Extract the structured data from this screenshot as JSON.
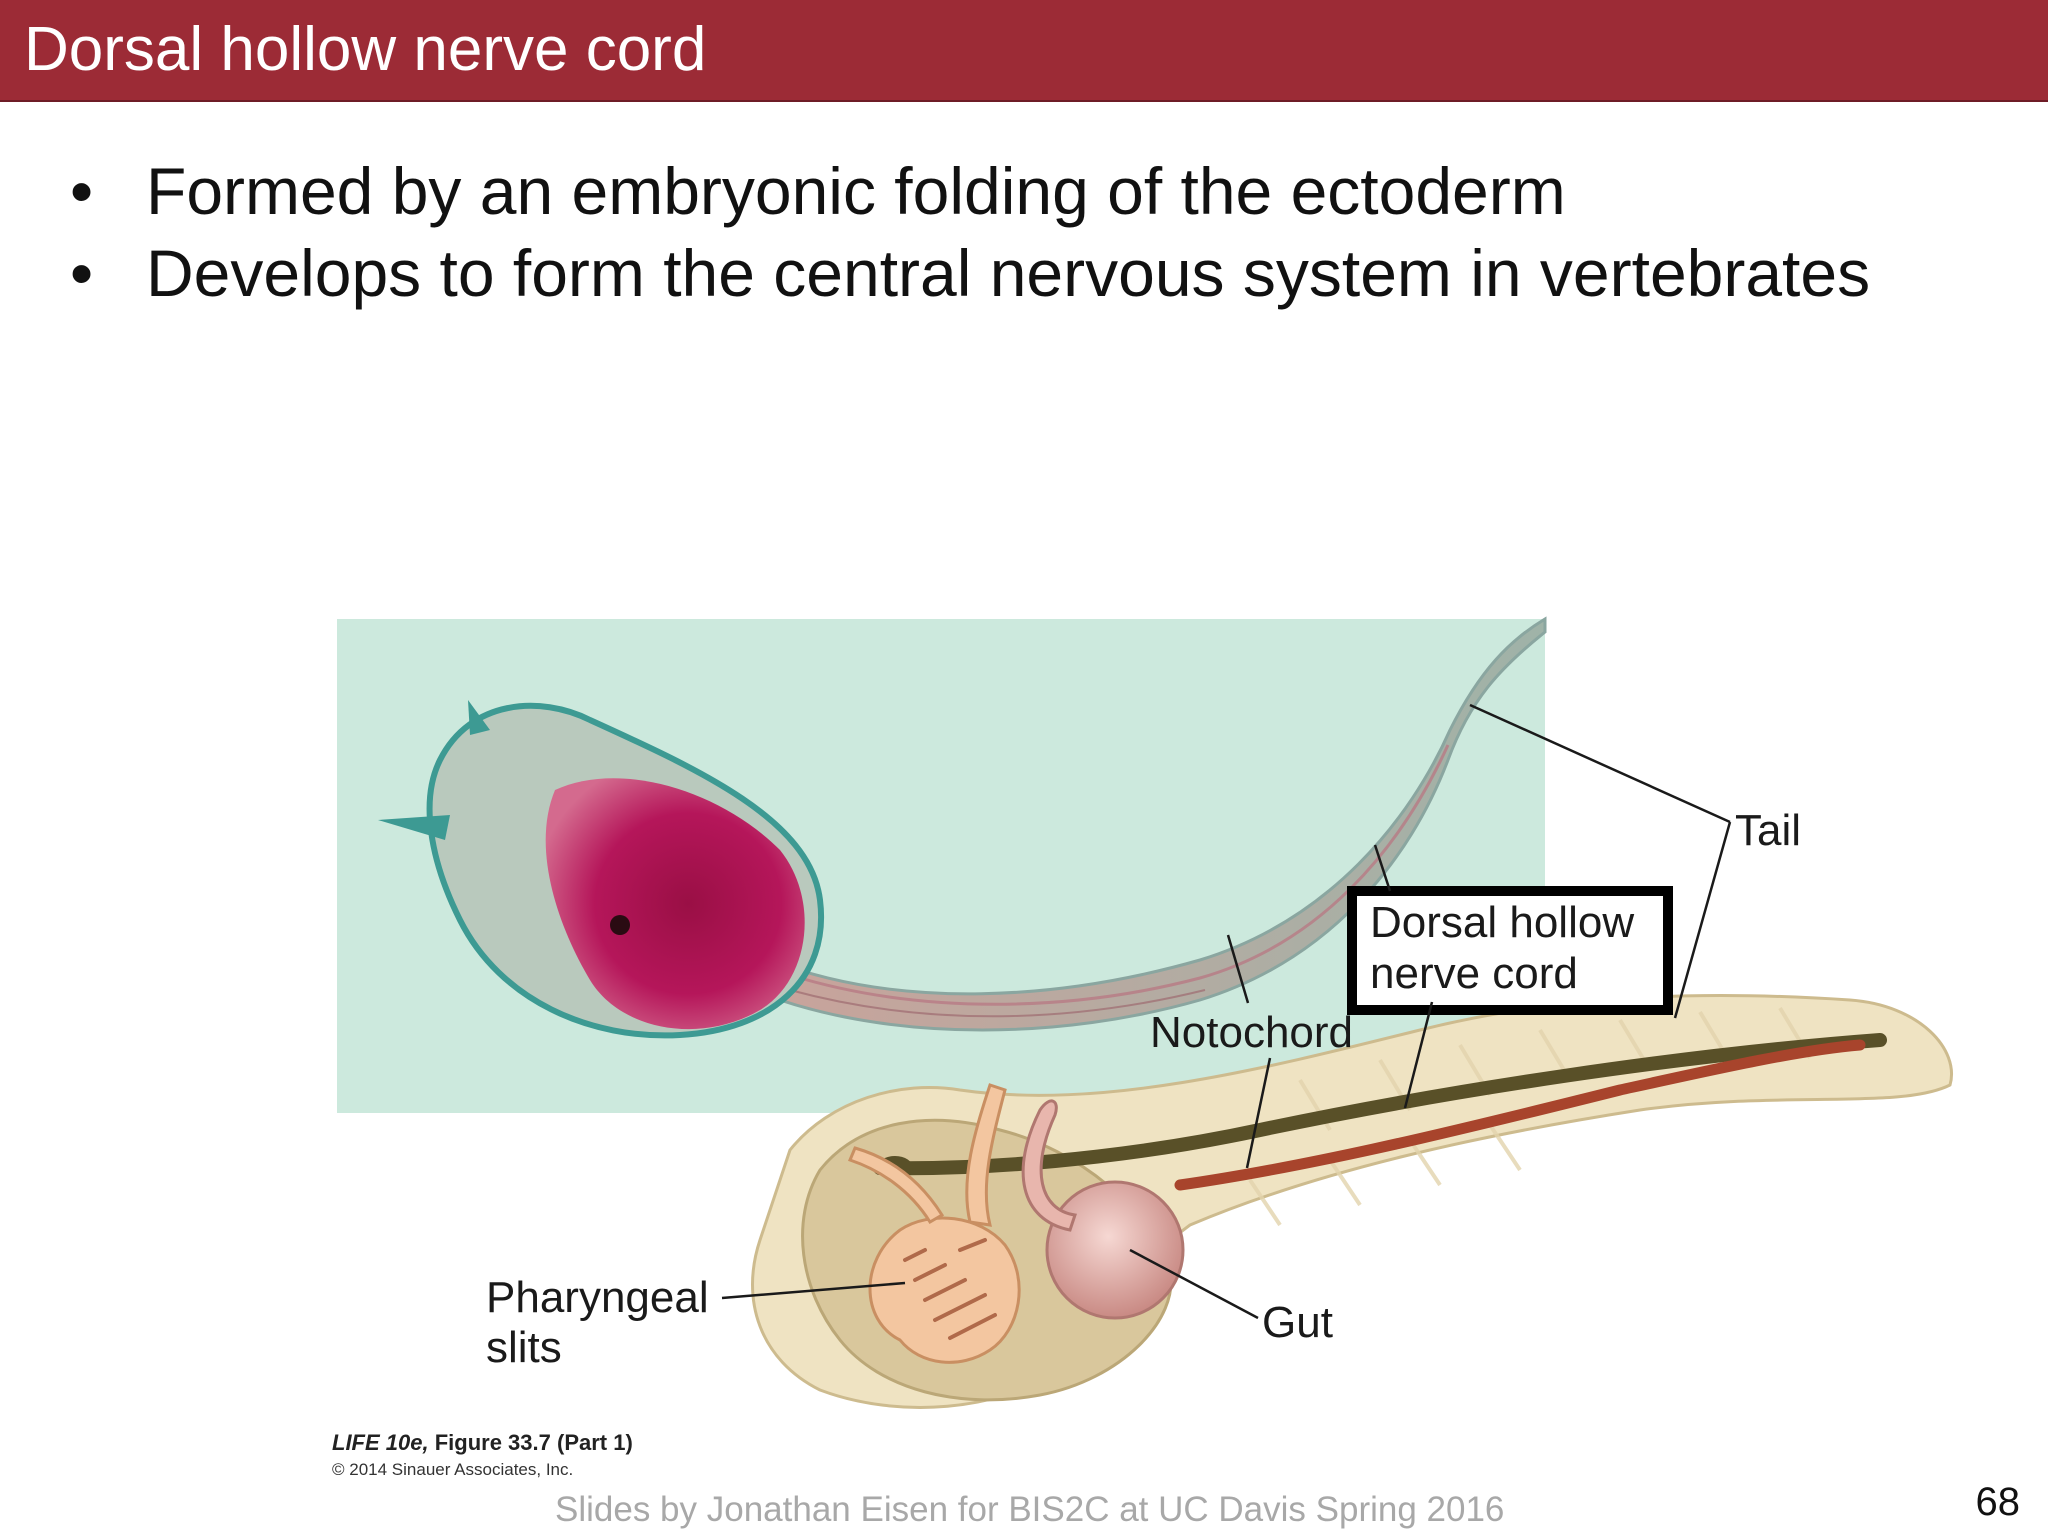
{
  "slide": {
    "title": "Dorsal hollow nerve cord",
    "bullets": [
      "Formed by an embryonic folding of the ectoderm",
      "Develops to form the central nervous system in vertebrates"
    ],
    "bullet_symbol": "•",
    "page_number": "68",
    "footer": "Slides by Jonathan Eisen for BIS2C at UC Davis Spring 2016"
  },
  "figure": {
    "labels": {
      "tail": "Tail",
      "nerve_cord_line1": "Dorsal hollow",
      "nerve_cord_line2": "nerve cord",
      "notochord": "Notochord",
      "pharyngeal_line1": "Pharyngeal",
      "pharyngeal_line2": "slits",
      "gut": "Gut"
    },
    "caption": {
      "book": "LIFE 10e,",
      "figure": "Figure 33.7 (Part 1)",
      "copyright": "© 2014 Sinauer Associates, Inc."
    }
  },
  "colors": {
    "title_bar": "#9c2b36",
    "photo_background": "#c7e6d9",
    "larva_body": "#b5165a",
    "nerve_cord": "#595028",
    "notochord": "#a8442c",
    "gut": "#e5b1ac"
  }
}
